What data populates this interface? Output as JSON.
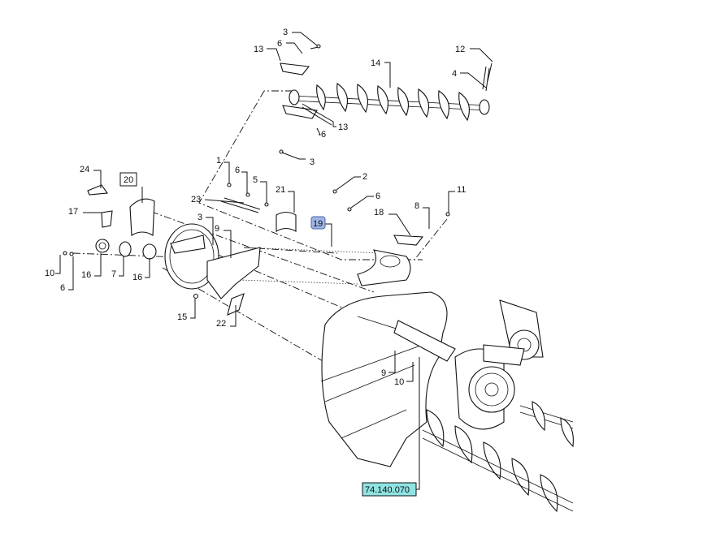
{
  "diagram": {
    "callouts": [
      "3",
      "6",
      "13",
      "14",
      "12",
      "4",
      "13",
      "6",
      "3",
      "1",
      "6",
      "5",
      "2",
      "6",
      "11",
      "8",
      "18",
      "24",
      "20",
      "21",
      "23",
      "17",
      "19",
      "3",
      "9",
      "10",
      "6",
      "7",
      "16",
      "16",
      "15",
      "22",
      "9",
      "10"
    ],
    "boxed": {
      "part_20": "20",
      "part_19": "19",
      "reference": "74.140.070"
    }
  }
}
